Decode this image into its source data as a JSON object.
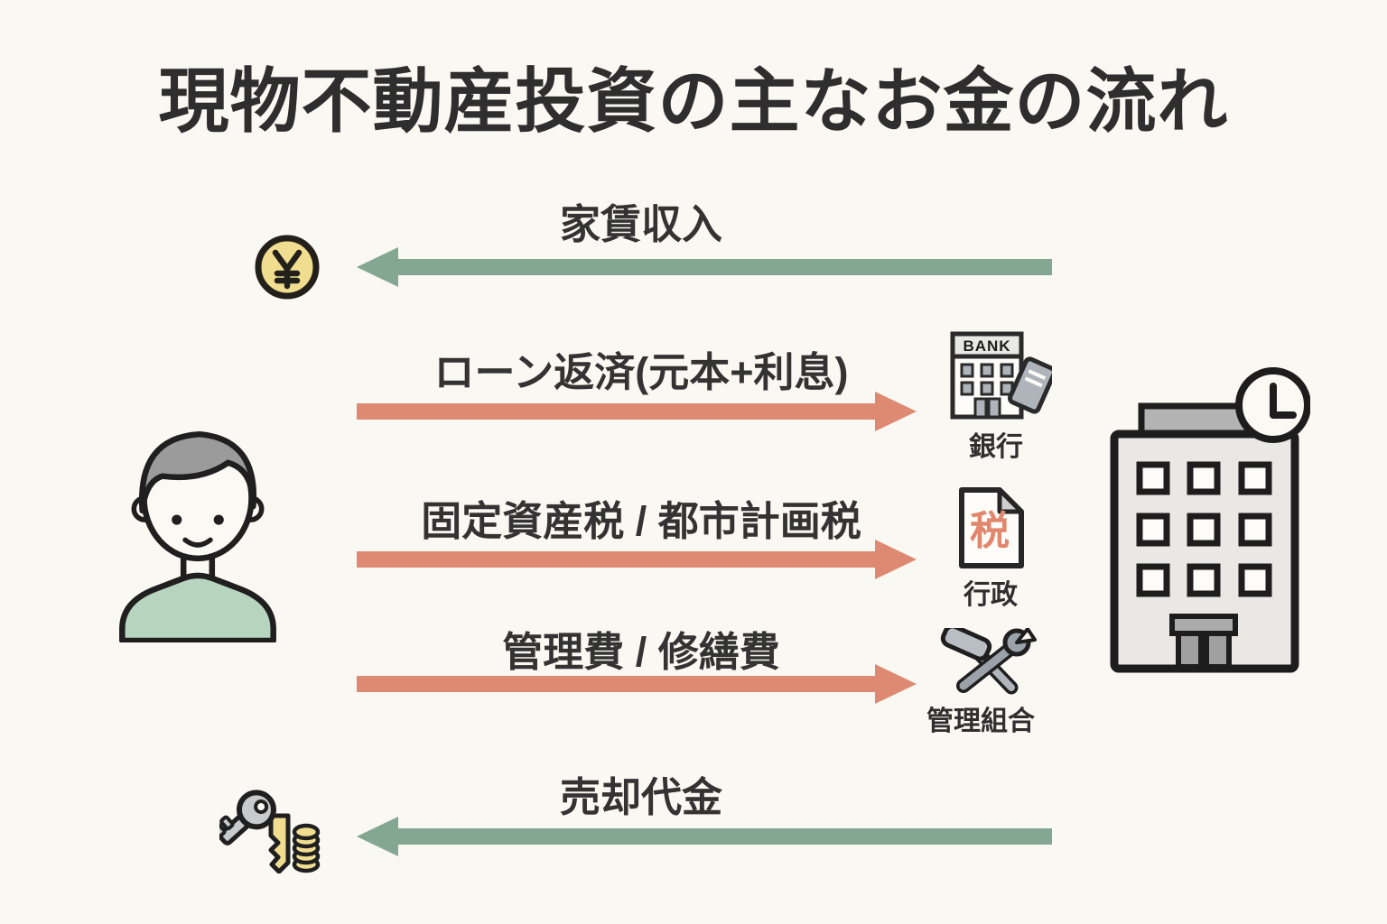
{
  "title": "現物不動産投資の主なお金の流れ",
  "flows": [
    {
      "label": "家賃収入",
      "kind": "income",
      "direction": "left",
      "icon": "yen-coin-icon"
    },
    {
      "label": "ローン返済(元本+利息)",
      "kind": "expense",
      "direction": "right",
      "recipient": "銀行",
      "icon": "bank-icon"
    },
    {
      "label": "固定資産税 / 都市計画税",
      "kind": "expense",
      "direction": "right",
      "recipient": "行政",
      "icon": "tax-document-icon"
    },
    {
      "label": "管理費 / 修繕費",
      "kind": "expense",
      "direction": "right",
      "recipient": "管理組合",
      "icon": "tools-icon"
    },
    {
      "label": "売却代金",
      "kind": "income",
      "direction": "left",
      "icon": "key-and-coins-icon"
    }
  ],
  "actors": {
    "left": "investor-person",
    "right": "property-building"
  },
  "icon_text": {
    "bank_sign": "BANK",
    "tax_character": "税"
  },
  "colors": {
    "background": "#FAF8F3",
    "income_arrow": "#84A791",
    "expense_arrow": "#DE8A72",
    "title_text": "#2E2E2E",
    "label_text": "#333333",
    "coin_yellow": "#F0DD8F",
    "person_shirt": "#B7D4BE",
    "person_hair": "#9B9B9B",
    "building_fill": "#EAE8E4",
    "metal_gray": "#AEB4BA",
    "tax_character": "#E0876E"
  }
}
